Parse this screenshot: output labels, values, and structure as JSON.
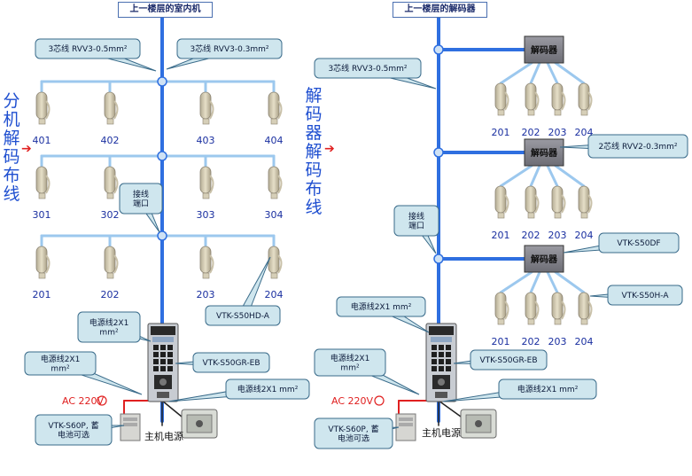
{
  "left": {
    "top_label": "上一楼层的室内机",
    "side_text": "分机解码布线",
    "callouts": {
      "cable_a": "3芯线 RVV3-0.5mm²",
      "cable_b": "3芯线 RVV3-0.3mm²",
      "junction": "接线端口",
      "handset_model": "VTK-S50HD-A",
      "power_cable_top": "电源线2X1 mm²",
      "door_panel_model": "VTK-S50GR-EB",
      "power_cable_left": "电源线2X1 mm²",
      "power_cable_right": "电源线2X1 mm²",
      "psu_model": "VTK-S60P, 蓄电池可选"
    },
    "floors": [
      [
        "401",
        "402",
        "403",
        "404"
      ],
      [
        "301",
        "302",
        "303",
        "304"
      ],
      [
        "201",
        "202",
        "203",
        "204"
      ]
    ],
    "ac_label": "AC 220V",
    "psu_label": "主机电源"
  },
  "right": {
    "top_label": "上一楼层的解码器",
    "side_text": "解码器解码布线",
    "decoder_label": "解码器",
    "callouts": {
      "cable_a": "3芯线 RVV3-0.5mm²",
      "cable_b": "2芯线 RVV2-0.3mm²",
      "junction": "接线端口",
      "decoder_model": "VTK-S50DF",
      "handset_model": "VTK-S50H-A",
      "power_cable_top": "电源线2X1 mm²",
      "door_panel_model": "VTK-S50GR-EB",
      "power_cable_left": "电源线2X1 mm²",
      "power_cable_right": "电源线2X1 mm²",
      "psu_model": "VTK-S60P, 蓄电池可选"
    },
    "groups": [
      [
        "201",
        "202",
        "203",
        "204"
      ],
      [
        "201",
        "202",
        "203",
        "204"
      ],
      [
        "201",
        "202",
        "203",
        "204"
      ]
    ],
    "ac_label": "AC 220V",
    "psu_label": "主机电源"
  },
  "colors": {
    "main_riser": "#2f6fe0",
    "branch_line": "#9cc8ee",
    "callout_fill": "#cfe6ee",
    "callout_stroke": "#3a6b8a",
    "unit_label": "#1a2fa0",
    "power_line": "#e02020",
    "decoder_fill": "#7f7f87"
  }
}
